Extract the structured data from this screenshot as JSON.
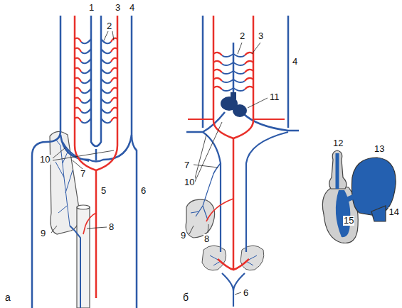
{
  "diagram": {
    "labels": [
      "1",
      "2",
      "3",
      "4",
      "10",
      "7",
      "9",
      "8",
      "5",
      "6",
      "а",
      "2",
      "3",
      "4",
      "11",
      "7",
      "10",
      "9",
      "8",
      "6",
      "12",
      "13",
      "14",
      "15",
      "б"
    ]
  }
}
